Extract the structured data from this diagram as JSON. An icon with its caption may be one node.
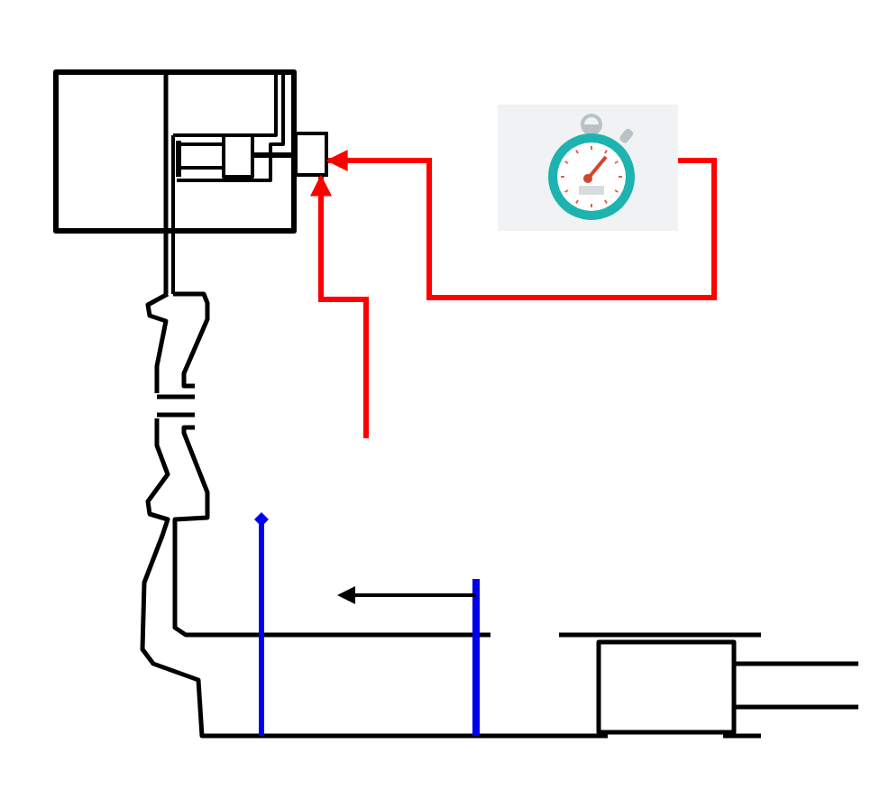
{
  "diagram": {
    "nodes": [
      {
        "text": [],
        "shape": "box"
      },
      {
        "text": [],
        "shape": "picture"
      }
    ],
    "edges": [
      {
        "from": 1,
        "to": 0,
        "arrow": "to"
      },
      {
        "from": null,
        "to": 0,
        "arrow": "to"
      }
    ]
  }
}
